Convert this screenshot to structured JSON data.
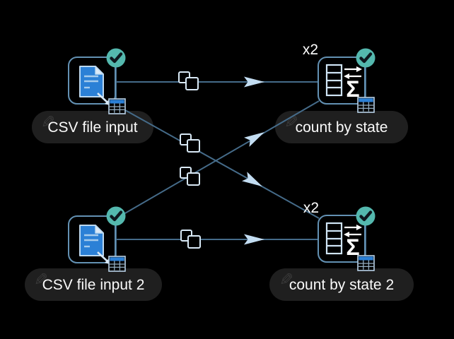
{
  "app": {
    "view": "workflow-canvas",
    "background": "#000000"
  },
  "nodes": [
    {
      "label": "CSV file input",
      "type": "csv-file-input",
      "status": "success"
    },
    {
      "label": "count by state",
      "type": "count-transform",
      "status": "success",
      "multiplier": "x2"
    },
    {
      "label": "CSV file input 2",
      "type": "csv-file-input",
      "status": "success"
    },
    {
      "label": "count by state 2",
      "type": "count-transform",
      "status": "success",
      "multiplier": "x2"
    }
  ],
  "connections": [
    {
      "from": "CSV file input",
      "to": "count by state"
    },
    {
      "from": "CSV file input",
      "to": "count by state 2"
    },
    {
      "from": "CSV file input 2",
      "to": "count by state"
    },
    {
      "from": "CSV file input 2",
      "to": "count by state 2"
    }
  ],
  "icons": {
    "sigma": "Σ",
    "edit_pencil": "✎",
    "status_check": "check-mark",
    "copy": "copy-squares",
    "output_port": "table-grid"
  },
  "colors": {
    "background": "#000000",
    "node_border": "#6391b3",
    "connector": "#456b89",
    "arrowhead": "#c3ddf2",
    "status_success": "#54b8ae",
    "document_blue": "#2b80d6",
    "label_pill_bg": "#1f1f1f",
    "label_text": "#fafafa"
  }
}
